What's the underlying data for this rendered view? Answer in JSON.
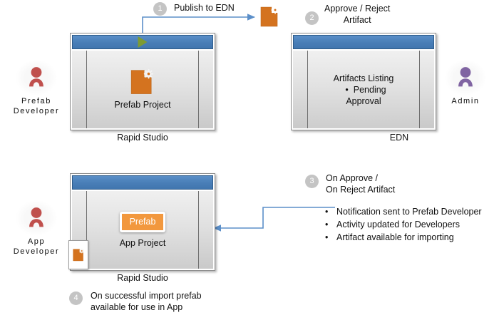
{
  "diagram": {
    "title": "Prefab publish and import workflow",
    "colors": {
      "titlebar_blue": "#4a7fb8",
      "titlebar_border": "#2f5c8a",
      "artifact_orange": "#d4731f",
      "prefab_badge_orange": "#f2983e",
      "play_green": "#7d9b33",
      "actor_prefab_dev": "#c0504d",
      "actor_admin": "#8064a2",
      "connector_blue": "#5b8fc9",
      "step_bubble_grey": "#c4c4c4"
    }
  },
  "actors": [
    {
      "id": "prefab-developer",
      "icon": "person-icon",
      "label_line1": "Prefab",
      "label_line2": "Developer",
      "color": "#c0504d"
    },
    {
      "id": "admin",
      "icon": "person-icon",
      "label_line1": "Admin",
      "label_line2": "",
      "color": "#8064a2"
    },
    {
      "id": "app-developer",
      "icon": "person-icon",
      "label_line1": "App",
      "label_line2": "Developer",
      "color": "#c0504d"
    }
  ],
  "windows": {
    "prefab_project": {
      "content_label": "Prefab Project",
      "caption": "Rapid Studio",
      "titlebar_icon": "play-triangle-icon",
      "body_icon": "artifact-icon"
    },
    "edn": {
      "content_line1": "Artifacts Listing",
      "content_bullet": "Pending",
      "content_line3": "Approval",
      "caption": "EDN"
    },
    "app_project": {
      "badge_label": "Prefab",
      "content_label": "App  Project",
      "caption": "Rapid Studio",
      "taskbar_icon": "artifact-icon"
    }
  },
  "steps": [
    {
      "number": "1",
      "text_line1": "Publish to EDN",
      "text_line2": ""
    },
    {
      "number": "2",
      "text_line1": "Approve / Reject",
      "text_line2": "Artifact"
    },
    {
      "number": "3",
      "text_line1": "On Approve /",
      "text_line2": "On Reject Artifact"
    },
    {
      "number": "4",
      "text_line1": "On successful import prefab",
      "text_line2": "available for use in App"
    }
  ],
  "step3_details": [
    "Notification sent to Prefab Developer",
    "Activity updated for Developers",
    "Artifact available for importing"
  ],
  "step3_details_wrapped": [
    {
      "line1": "Notification sent to Prefab",
      "line2": "Developer"
    },
    {
      "line1": "Activity updated for Developers",
      "line2": ""
    },
    {
      "line1": "Artifact available for importing",
      "line2": ""
    }
  ],
  "floating_artifact": {
    "icon": "artifact-icon",
    "alt": "published artifact"
  }
}
